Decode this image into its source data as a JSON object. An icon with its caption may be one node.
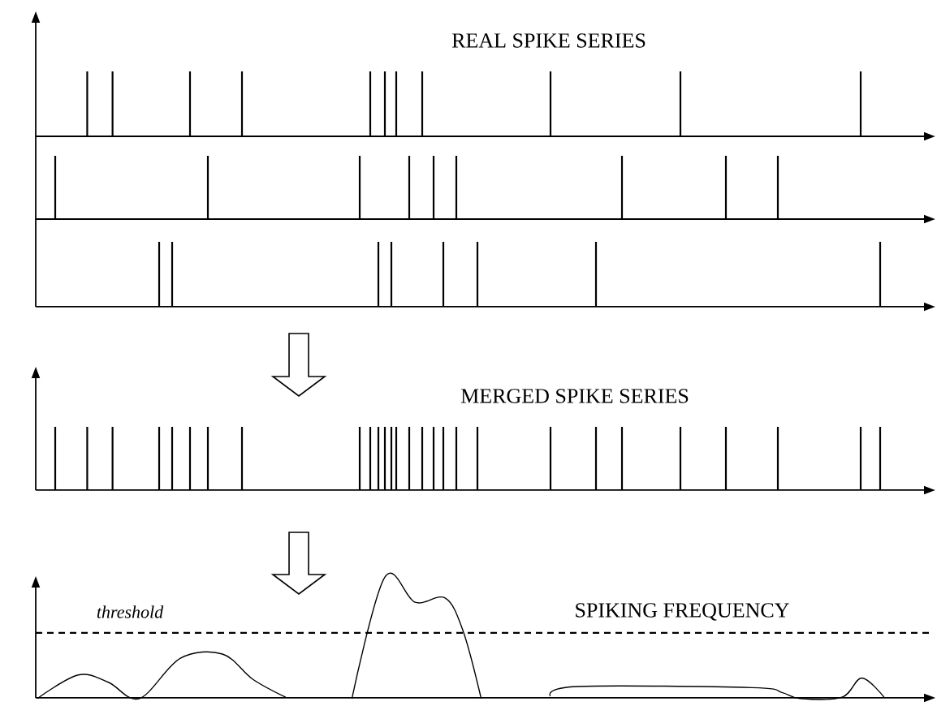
{
  "diagram": {
    "labels": [
      "REAL SPIKE SERIES",
      "MERGED SPIKE SERIES",
      "threshold",
      "SPIKING FREQUENCY"
    ]
  }
}
